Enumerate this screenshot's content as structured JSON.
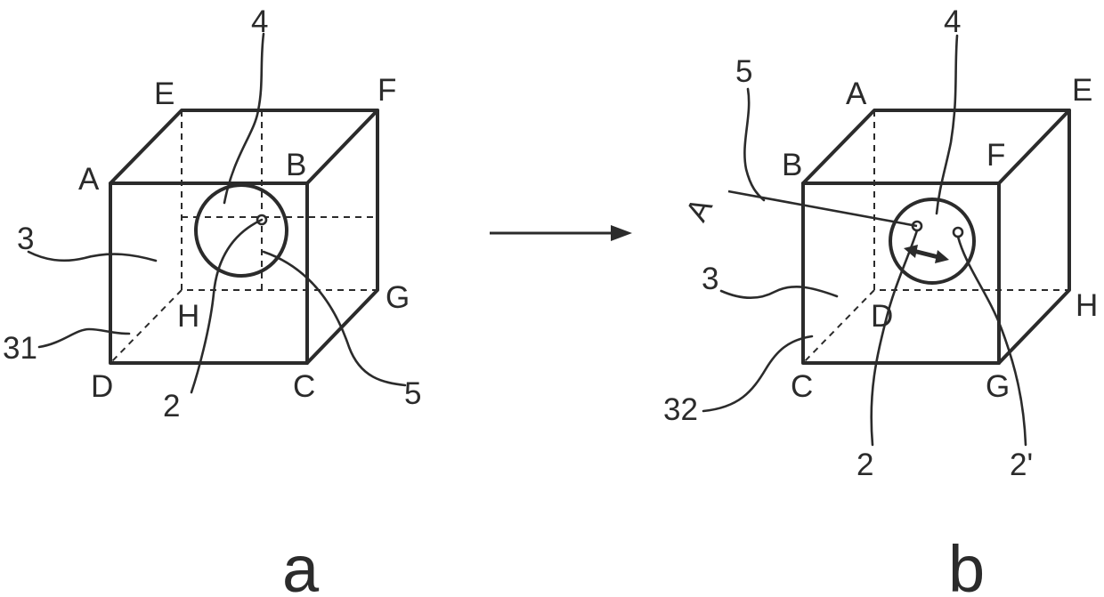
{
  "panel_a": {
    "caption": "a",
    "vertices": {
      "A": "A",
      "B": "B",
      "C": "C",
      "D": "D",
      "E": "E",
      "F": "F",
      "G": "G",
      "H": "H"
    },
    "refs": {
      "r3": "3",
      "r31": "31",
      "r4": "4",
      "r2": "2",
      "r5": "5"
    }
  },
  "panel_b": {
    "caption": "b",
    "vertices": {
      "A": "A",
      "B": "B",
      "C": "C",
      "D": "D",
      "E": "E",
      "F": "F",
      "G": "G",
      "H": "H"
    },
    "refs": {
      "r3": "3",
      "r32": "32",
      "r4": "4",
      "r5": "5",
      "r2": "2",
      "r2p": "2'",
      "eye": "A"
    }
  },
  "colors": {
    "ink": "#2b2b2b",
    "background": "#ffffff"
  }
}
